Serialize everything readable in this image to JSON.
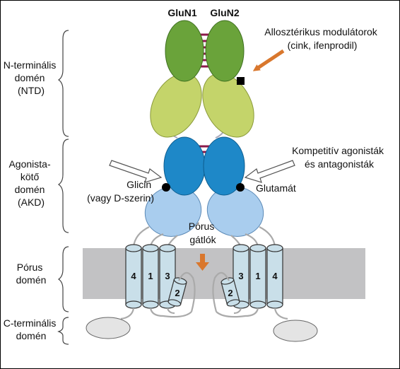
{
  "subunits": {
    "left": "GluN1",
    "right": "GluN2"
  },
  "domains": [
    {
      "lines": [
        "N-terminális",
        "domén",
        "(NTD)"
      ]
    },
    {
      "lines": [
        "Agonista-",
        "kötő",
        "domén",
        "(AKD)"
      ]
    },
    {
      "lines": [
        "Pórus",
        "domén"
      ]
    },
    {
      "lines": [
        "C-terminális",
        "domén"
      ]
    }
  ],
  "annotations": {
    "allosteric": [
      "Allosztérikus modulátorok",
      "(cink, ifenprodil)"
    ],
    "competitive": [
      "Kompetitív agonisták",
      "és antagonisták"
    ],
    "glycine": [
      "Glicin",
      "(vagy D-szerin)"
    ],
    "glutamate": "Glutamát",
    "pore_blocker": [
      "Pórus",
      "gátlók"
    ]
  },
  "helix_numbers": {
    "left": [
      "4",
      "1",
      "3",
      "2"
    ],
    "right": [
      "3",
      "1",
      "4",
      "2"
    ]
  },
  "colors": {
    "ntd_upper": "#6aa33a",
    "ntd_lower": "#c4d46a",
    "lbd_upper": "#1e88c8",
    "lbd_lower": "#a9cdee",
    "membrane": "#c2c2c4",
    "helix": "#c9dfe9",
    "c_terminal": "#e4e4e4",
    "arrow_orange": "#d9772d",
    "linker_stripe": "#8b1a4a"
  }
}
